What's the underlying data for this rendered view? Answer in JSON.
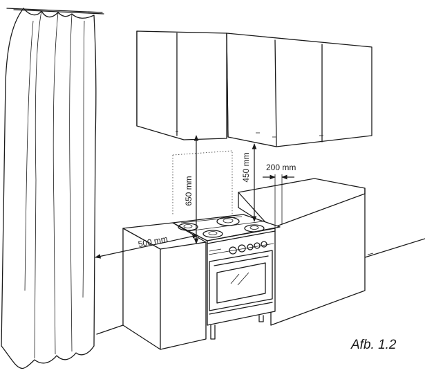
{
  "figure": {
    "caption": "Afb. 1.2",
    "dimensions": {
      "height_to_cabinet_left": "650 mm",
      "height_to_cabinet_right": "450 mm",
      "side_clearance": "200 mm",
      "curtain_distance": "500 mm"
    }
  },
  "colors": {
    "line": "#1a1a1a",
    "background": "#ffffff"
  }
}
